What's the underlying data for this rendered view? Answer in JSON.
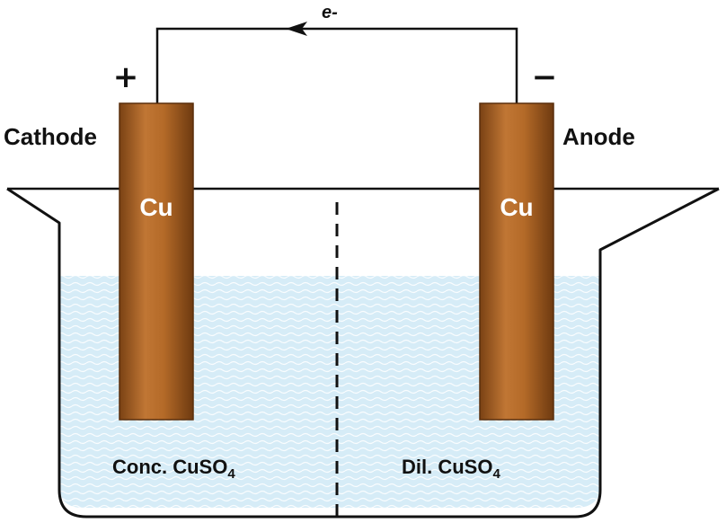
{
  "diagram": {
    "electron_label": "e-",
    "left": {
      "sign": "+",
      "role": "Cathode",
      "electrode": "Cu",
      "solution_prefix": "Conc. CuSO",
      "solution_subscript": "4"
    },
    "right": {
      "sign": "−",
      "role": "Anode",
      "electrode": "Cu",
      "solution_prefix": "Dil. CuSO",
      "solution_subscript": "4"
    }
  },
  "colors": {
    "electrode_copper": "#b86a2a",
    "electrode_copper_dark": "#6e3a10",
    "solution_blue": "#d6ecf7",
    "wire": "#111111"
  }
}
